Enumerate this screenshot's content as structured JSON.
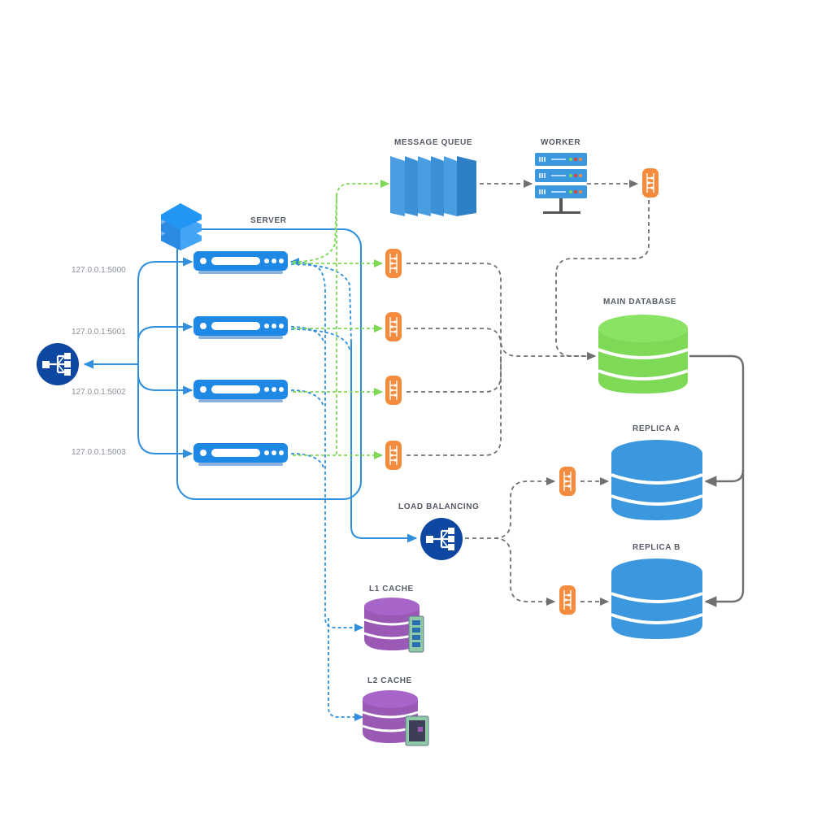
{
  "labels": {
    "server": "SERVER",
    "message_queue": "MESSAGE QUEUE",
    "worker": "WORKER",
    "main_database": "MAIN DATABASE",
    "replica_a": "REPLICA A",
    "replica_b": "REPLICA B",
    "load_balancing": "LOAD BALANCING",
    "l1_cache": "L1 CACHE",
    "l2_cache": "L2 CACHE"
  },
  "addresses": [
    "127.0.0.1:5000",
    "127.0.0.1:5001",
    "127.0.0.1:5002",
    "127.0.0.1:5003"
  ],
  "colors": {
    "blue": "#2f8fdc",
    "server_blue": "#1e88e5",
    "queue_blue": "#4a9de0",
    "green_link": "#7ed957",
    "db_green": "#7ed957",
    "db_blue": "#3b97de",
    "cache_purple": "#9b59b6",
    "orange": "#f58b3c",
    "gray_link": "#707070",
    "lb_navy": "#0d47a1"
  },
  "icons": {
    "client": "network-hub-icon",
    "server_stack": "server-stack-icon",
    "server_node": "server-unit-icon",
    "queue": "message-queue-icon",
    "worker": "server-rack-icon",
    "connector": "connector-icon",
    "database": "database-icon",
    "balancer": "load-balancer-icon",
    "memory": "memory-module-icon",
    "disk": "disk-drive-icon"
  }
}
